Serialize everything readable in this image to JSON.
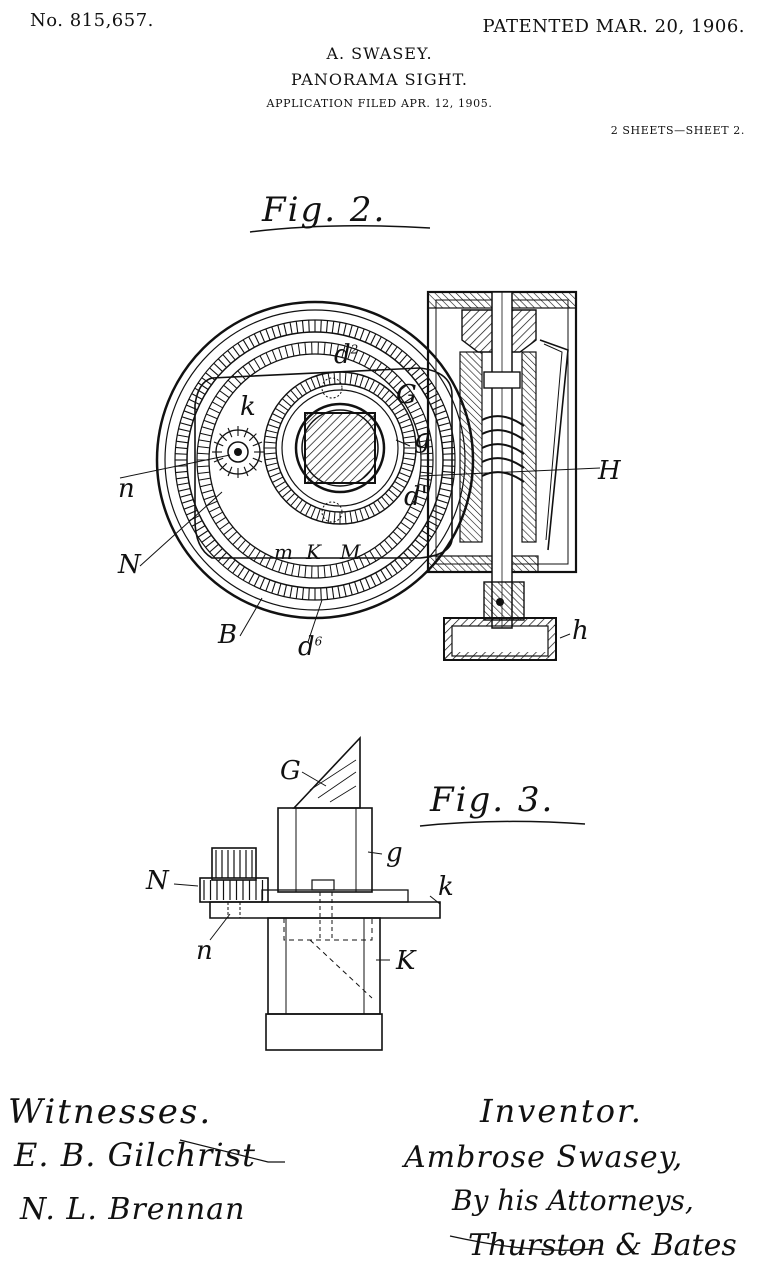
{
  "header": {
    "patent_no": "No. 815,657.",
    "patented": "PATENTED MAR. 20, 1906.",
    "inventor_name": "A. SWASEY.",
    "title": "PANORAMA SIGHT.",
    "application": "APPLICATION FILED APR. 12, 1905.",
    "sheets": "2 SHEETS—SHEET 2."
  },
  "fig2": {
    "label": "Fig. 2.",
    "refs": {
      "d2": "d",
      "d2_sup": "2",
      "G": "G",
      "k": "k",
      "g": "g",
      "n": "n",
      "d1": "d'",
      "H": "H",
      "N": "N",
      "m": "m",
      "K": "K",
      "M": "M",
      "B": "B",
      "d6": "d",
      "d6_sup": "6",
      "h": "h"
    }
  },
  "fig3": {
    "label": "Fig. 3.",
    "refs": {
      "G": "G",
      "g": "g",
      "N": "N",
      "k": "k",
      "n": "n",
      "K": "K"
    }
  },
  "footer": {
    "witnesses_label": "Witnesses.",
    "witness1": "E. B. Gilchrist",
    "witness2": "N. L. Brennan",
    "inventor_label": "Inventor.",
    "inventor_signature": "Ambrose Swasey,",
    "attorneys": "By his Attorneys,",
    "attorney_signature": "Thurston & Bates"
  }
}
